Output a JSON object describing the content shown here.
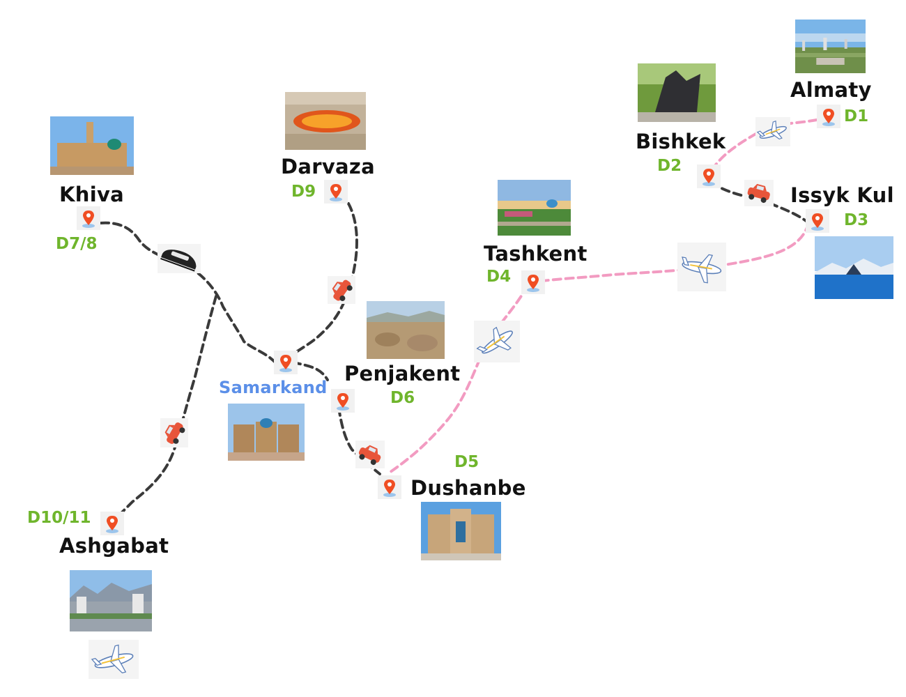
{
  "colors": {
    "day_label": "#6fb52c",
    "samarkand_label": "#5b8fe8",
    "city_label": "#111111",
    "road_route": "#3a3a3a",
    "flight_route": "#f29bc1",
    "pin": "#f04e23",
    "car": "#e8553a"
  },
  "stops": [
    {
      "id": "almaty",
      "name": "Almaty",
      "day": "D1"
    },
    {
      "id": "bishkek",
      "name": "Bishkek",
      "day": "D2"
    },
    {
      "id": "issyk-kul",
      "name": "Issyk Kul",
      "day": "D3"
    },
    {
      "id": "tashkent",
      "name": "Tashkent",
      "day": "D4"
    },
    {
      "id": "dushanbe",
      "name": "Dushanbe",
      "day": "D5"
    },
    {
      "id": "penjakent",
      "name": "Penjakent",
      "day": "D6"
    },
    {
      "id": "samarkand",
      "name": "Samarkand",
      "day": ""
    },
    {
      "id": "khiva",
      "name": "Khiva",
      "day": "D7/8"
    },
    {
      "id": "darvaza",
      "name": "Darvaza",
      "day": "D9"
    },
    {
      "id": "ashgabat",
      "name": "Ashgabat",
      "day": "D10/11"
    }
  ],
  "icons": {
    "pin": "location-pin-icon",
    "car": "car-icon",
    "plane": "airplane-icon",
    "train": "train-icon"
  }
}
